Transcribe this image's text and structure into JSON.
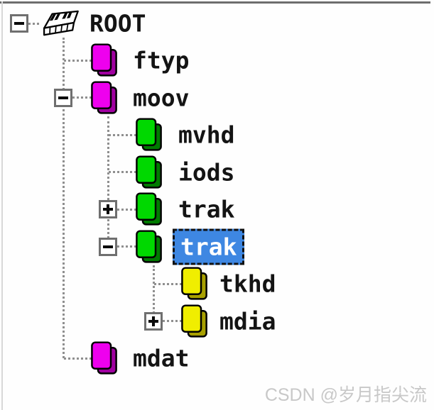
{
  "watermark": "CSDN @岁月指尖流",
  "colors": {
    "magenta": {
      "front": "#ee00ee",
      "side": "#a000a0"
    },
    "green": {
      "front": "#00d800",
      "side": "#007a00"
    },
    "yellow": {
      "front": "#f0ee00",
      "side": "#a8a000"
    },
    "selection_bg": "#3e87e2",
    "selection_text": "#ffffff",
    "label_text": "#141414",
    "connector": "#8f8f8f",
    "watermark_text": "#c8c8c8"
  },
  "tree": {
    "root": {
      "label": "ROOT",
      "icon": "keyboard-icon",
      "expand": "expanded",
      "selected": false,
      "children": [
        {
          "label": "ftyp",
          "icon": "box-icon",
          "color": "magenta",
          "expand": null,
          "selected": false
        },
        {
          "label": "moov",
          "icon": "box-icon",
          "color": "magenta",
          "expand": "expanded",
          "selected": false,
          "children": [
            {
              "label": "mvhd",
              "icon": "box-icon",
              "color": "green",
              "expand": null,
              "selected": false
            },
            {
              "label": "iods",
              "icon": "box-icon",
              "color": "green",
              "expand": null,
              "selected": false
            },
            {
              "label": "trak",
              "icon": "box-icon",
              "color": "green",
              "expand": "collapsed",
              "selected": false
            },
            {
              "label": "trak",
              "icon": "box-icon",
              "color": "green",
              "expand": "expanded",
              "selected": true,
              "children": [
                {
                  "label": "tkhd",
                  "icon": "box-icon",
                  "color": "yellow",
                  "expand": null,
                  "selected": false
                },
                {
                  "label": "mdia",
                  "icon": "box-icon",
                  "color": "yellow",
                  "expand": "collapsed",
                  "selected": false
                }
              ]
            }
          ]
        },
        {
          "label": "mdat",
          "icon": "box-icon",
          "color": "magenta",
          "expand": null,
          "selected": false
        }
      ]
    }
  }
}
